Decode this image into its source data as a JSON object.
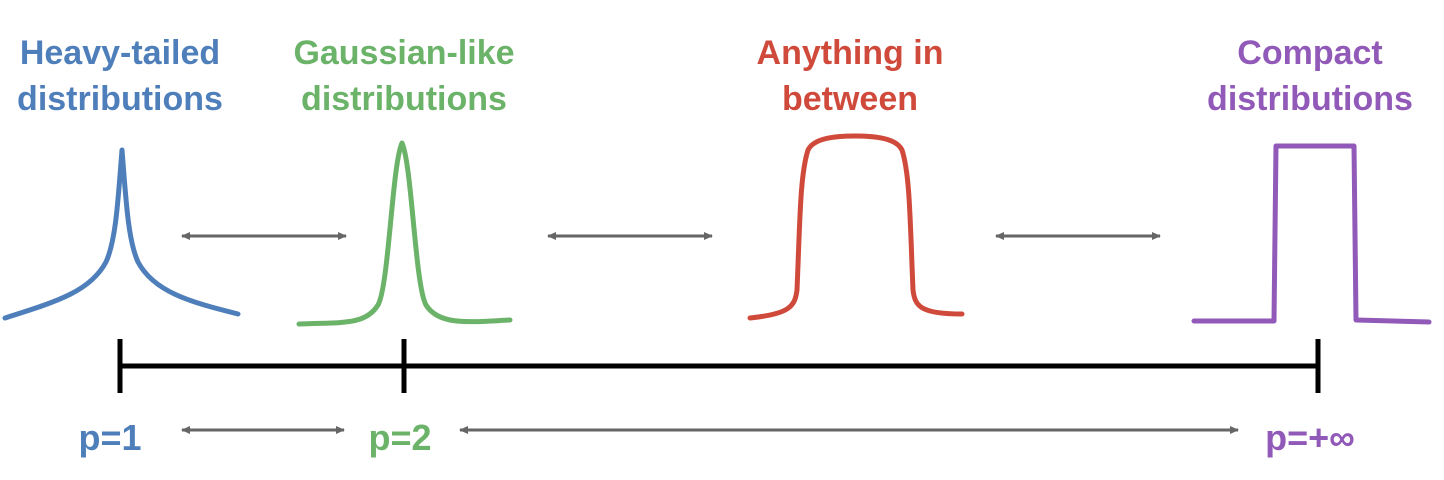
{
  "categories": [
    {
      "id": "heavy",
      "line1": "Heavy-tailed",
      "line2": "distributions",
      "color": "#4f7fba",
      "curve_icon": "laplace-peak-icon"
    },
    {
      "id": "gaussian",
      "line1": "Gaussian-like",
      "line2": "distributions",
      "color": "#6cb36a",
      "curve_icon": "gaussian-bell-icon"
    },
    {
      "id": "between",
      "line1": "Anything in",
      "line2": "between",
      "color": "#d04a3c",
      "curve_icon": "flat-top-bell-icon"
    },
    {
      "id": "compact",
      "line1": "Compact",
      "line2": "distributions",
      "color": "#9159b8",
      "curve_icon": "box-uniform-icon"
    }
  ],
  "p_labels": {
    "p1": "p=1",
    "p2": "p=2",
    "pinf": "p=+∞"
  },
  "colors": {
    "arrow": "#666666",
    "axis": "#000000"
  }
}
